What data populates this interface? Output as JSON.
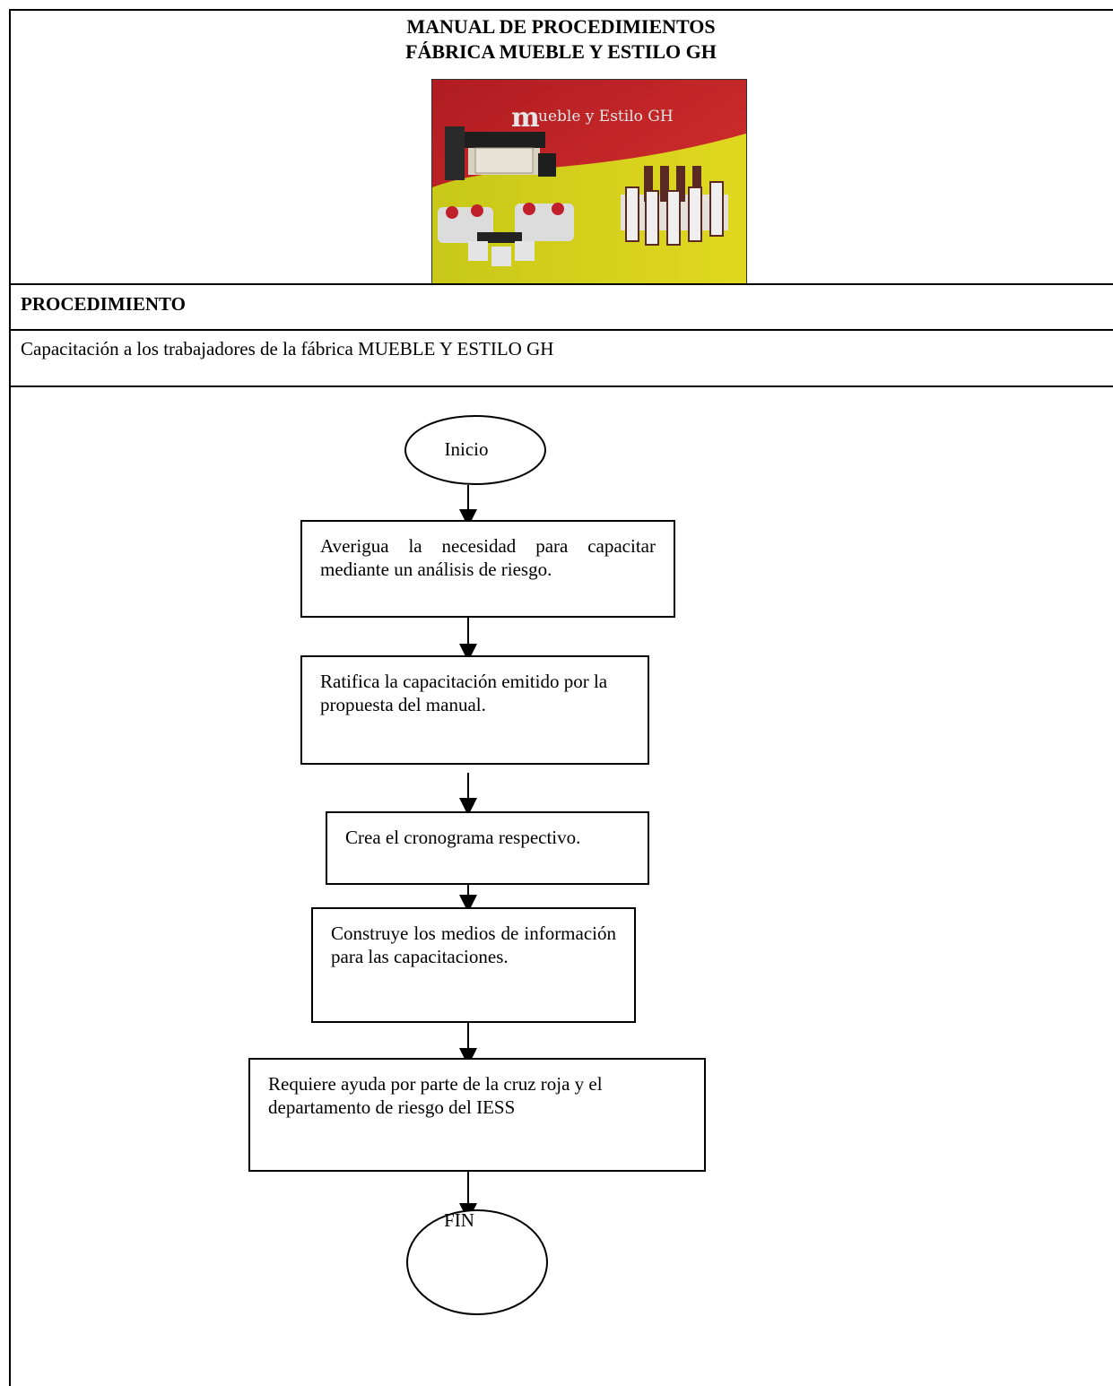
{
  "header": {
    "title_line1": "MANUAL DE PROCEDIMIENTOS",
    "title_line2": "FÁBRICA MUEBLE Y ESTILO GH",
    "logo_text": "mueble y Estilo GH"
  },
  "procedure": {
    "label": "PROCEDIMIENTO",
    "description": "Capacitación a los trabajadores de la fábrica MUEBLE Y ESTILO GH"
  },
  "flowchart": {
    "start": "Inicio",
    "steps": [
      "Averigua la necesidad para capacitar mediante un análisis de riesgo.",
      "Ratifica la capacitación emitido por la propuesta del manual.",
      "Crea el cronograma respectivo.",
      "Construye los medios de información para las capacitaciones.",
      "Requiere ayuda por parte de la cruz roja y el departamento de riesgo del IESS"
    ],
    "end": "FIN"
  },
  "colors": {
    "logo_red": "#c8242a",
    "logo_yellow": "#d8d21a",
    "logo_text": "#e6e6e6"
  }
}
